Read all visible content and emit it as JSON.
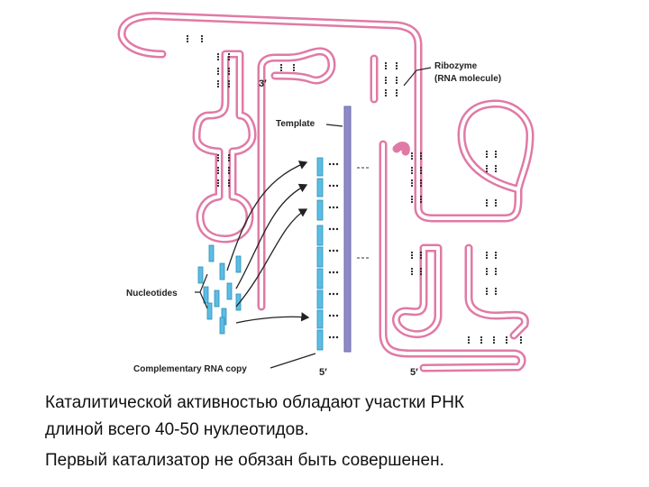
{
  "diagram": {
    "labels": {
      "ribozyme": "Ribozyme",
      "ribozyme_sub": "(RNA molecule)",
      "template": "Template",
      "nucleotides": "Nucleotides",
      "complementary": "Complementary RNA copy",
      "end_3": "3′",
      "end_5_left": "5′",
      "end_5_right": "5′"
    },
    "colors": {
      "ribozyme_strand": "#e07aa5",
      "template_strand": "#8e8ac9",
      "nucleotide": "#5bbde3",
      "ink": "#222222"
    }
  },
  "caption": {
    "line1": "Каталитической активностью обладают участки РНК",
    "line2": "длиной всего 40-50 нуклеотидов.",
    "line3": "Первый катализатор не обязан быть совершенен."
  }
}
